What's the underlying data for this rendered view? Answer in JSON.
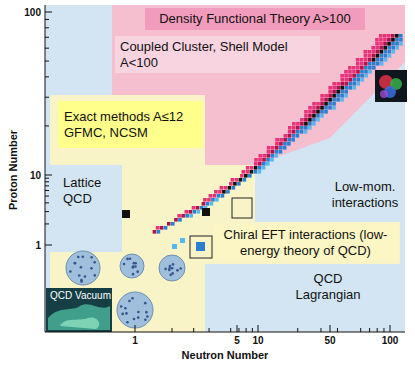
{
  "diagram": {
    "nodes": [
      {
        "text": [
          "Density Functional Theory A>100"
        ]
      },
      {
        "text": [
          "Coupled Cluster, Shell Model A<100"
        ]
      },
      {
        "text": [
          "Exact methods A≤12 GFMC, NCSM"
        ]
      },
      {
        "text": [
          "Lattice QCD"
        ]
      },
      {
        "text": [
          "Low-mom. interactions"
        ]
      },
      {
        "text": [
          "Chiral EFT interactions (low-energy theory of QCD)"
        ]
      },
      {
        "text": [
          "QCD Lagrangian"
        ]
      },
      {
        "text": [
          "QCD Vacuum"
        ]
      }
    ],
    "labels": [
      "100",
      "10",
      "1",
      "Proton Number",
      "1",
      "5",
      "10",
      "50",
      "100",
      "Neutron Number"
    ]
  }
}
